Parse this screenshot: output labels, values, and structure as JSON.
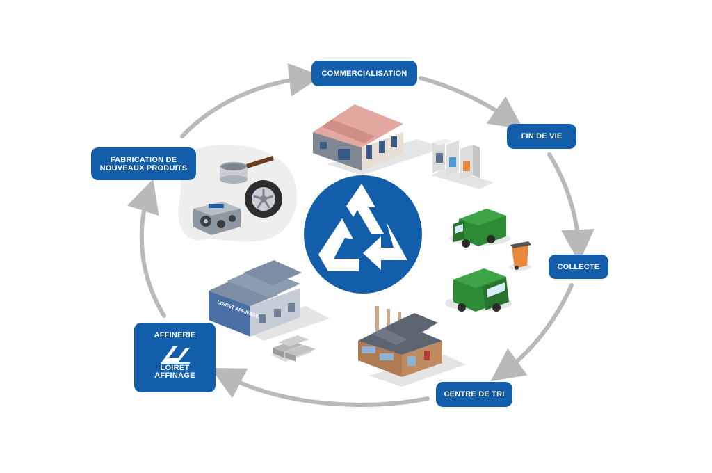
{
  "stages": {
    "commercialisation": "COMMERCIALISATION",
    "fin_de_vie": "FIN DE VIE",
    "collecte": "COLLECTE",
    "centre_de_tri": "CENTRE DE TRI",
    "affinerie": "AFFINERIE",
    "fabrication_line1": "FABRICATION DE",
    "fabrication_line2": "NOUVEAUX PRODUITS"
  },
  "logo": {
    "line1": "LOIRET",
    "line2": "AFFINAGE"
  },
  "building_sign": "LOIRET AFFINAGE",
  "colors": {
    "stage_blue": "#125eab",
    "arrow_grey": "#b9b9b9",
    "truck_green": "#2e8b35"
  },
  "icons": [
    "recycle-icon",
    "warehouse-icon",
    "recycling-bins-icon",
    "garbage-truck-icon",
    "wheelie-bin-icon",
    "sorting-factory-icon",
    "refinery-building-icon",
    "metal-ingots-icon",
    "saucepan-icon",
    "wheel-icon",
    "engine-icon"
  ]
}
